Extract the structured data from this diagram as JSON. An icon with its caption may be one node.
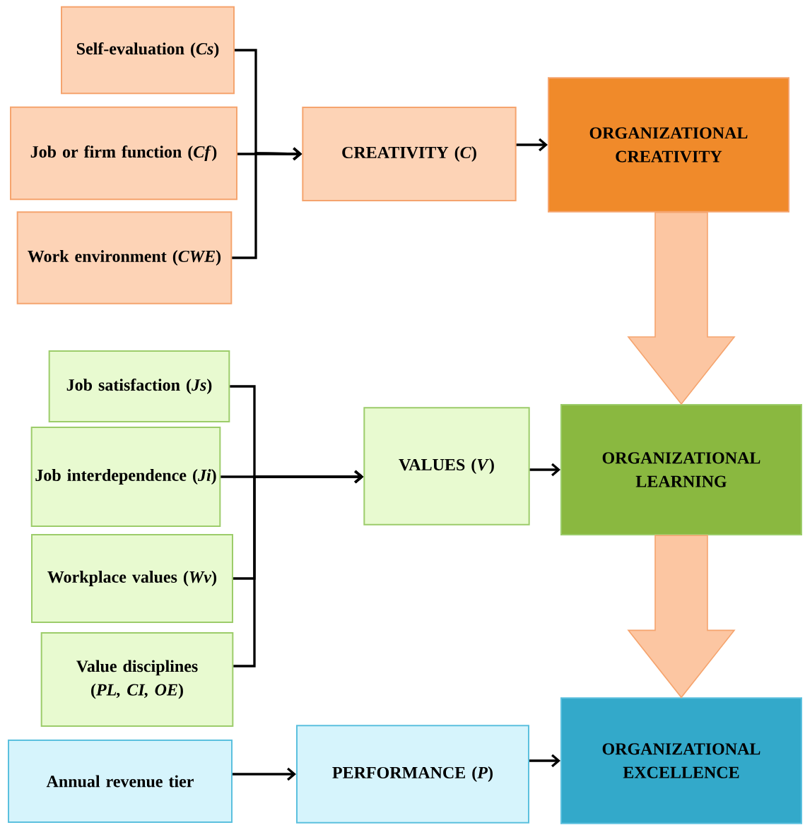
{
  "diagram": {
    "nodes": [
      {
        "text": [
          "Self-evaluation (*Cs*)"
        ]
      },
      {
        "text": [
          "Job or firm function (*Cf*)"
        ]
      },
      {
        "text": [
          "Work environment (*CWE*)"
        ]
      },
      {
        "text": [
          "CREATIVITY (*C*)"
        ]
      },
      {
        "text": [
          "ORGANIZATIONAL CREATIVITY"
        ]
      },
      {
        "text": [
          "Job satisfaction (*Js*)"
        ]
      },
      {
        "text": [
          "Job interdependence (*Ji*)"
        ]
      },
      {
        "text": [
          "Workplace values (*Wv*)"
        ]
      },
      {
        "text": [
          "Value disciplines (*PL, CI, OE*)"
        ]
      },
      {
        "text": [
          "VALUES (*V*)"
        ]
      },
      {
        "text": [
          "ORGANIZATIONAL LEARNING"
        ]
      },
      {
        "text": [
          "Annual revenue tier"
        ]
      },
      {
        "text": [
          "PERFORMANCE (*P*)"
        ]
      },
      {
        "text": [
          "ORGANIZATIONAL EXCELLENCE"
        ]
      }
    ],
    "edges": [
      {
        "from": 0,
        "to": 3,
        "arrow": "to"
      },
      {
        "from": 1,
        "to": 3,
        "arrow": "to"
      },
      {
        "from": 2,
        "to": 3,
        "arrow": "to"
      },
      {
        "from": 3,
        "to": 4,
        "arrow": "to"
      },
      {
        "from": 4,
        "to": 10,
        "arrow": "to",
        "style": "thick",
        "color": "#fcc6a2"
      },
      {
        "from": 5,
        "to": 9,
        "arrow": "to"
      },
      {
        "from": 6,
        "to": 9,
        "arrow": "to"
      },
      {
        "from": 7,
        "to": 9,
        "arrow": "to"
      },
      {
        "from": 8,
        "to": 9,
        "arrow": "to"
      },
      {
        "from": 9,
        "to": 10,
        "arrow": "to"
      },
      {
        "from": 10,
        "to": 13,
        "arrow": "to",
        "style": "thick",
        "color": "#fcc6a2"
      },
      {
        "from": 11,
        "to": 12,
        "arrow": "to"
      },
      {
        "from": 12,
        "to": 13,
        "arrow": "to"
      }
    ]
  }
}
